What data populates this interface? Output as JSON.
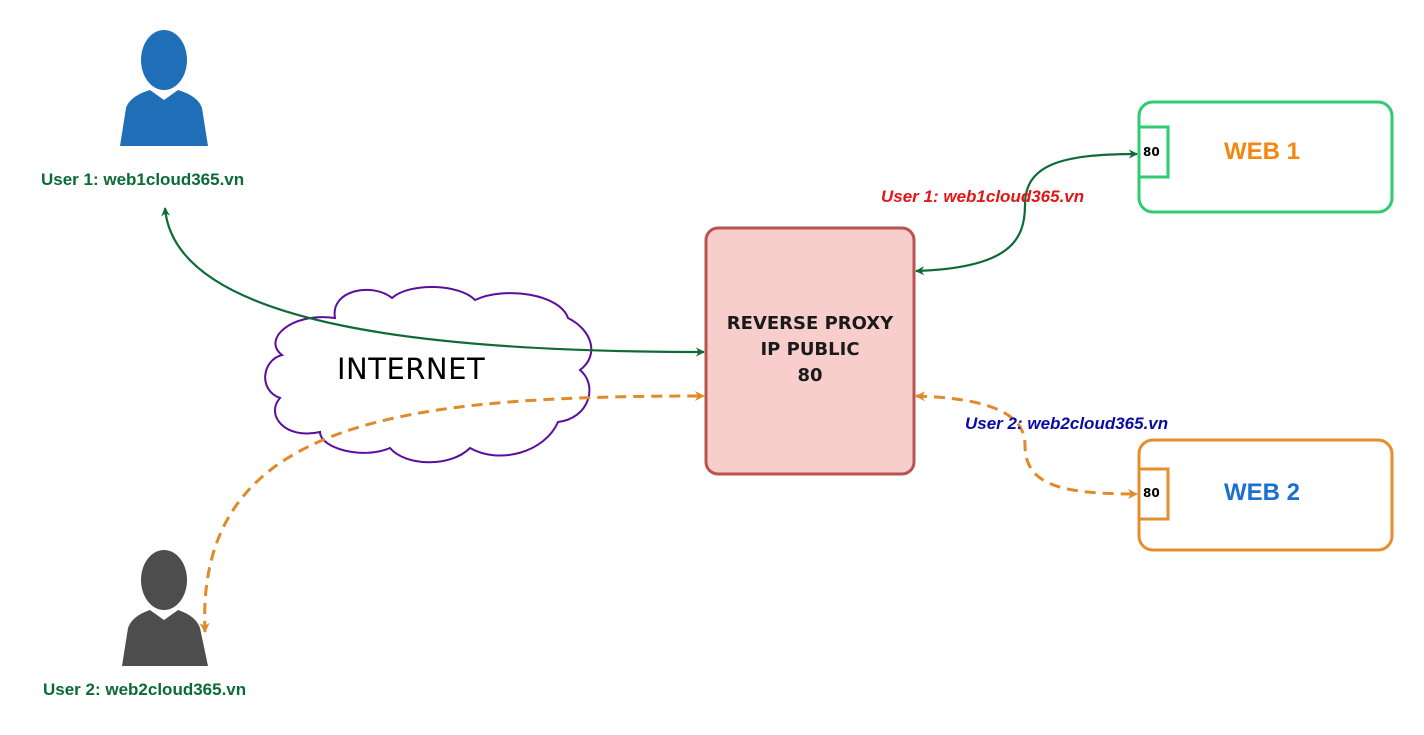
{
  "users": [
    {
      "label": "User 1: web1cloud365.vn",
      "color": "#1f6fb8"
    },
    {
      "label": "User 2: web2cloud365.vn",
      "color": "#4d4d4d"
    }
  ],
  "internet": {
    "label": "INTERNET",
    "stroke": "#5c0d9e"
  },
  "proxy": {
    "lines": [
      "REVERSE PROXY",
      "IP PUBLIC",
      "80"
    ],
    "fill": "#f8cecc",
    "stroke": "#b85450"
  },
  "servers": [
    {
      "title": "WEB 1",
      "port": "80",
      "border": "#2ecc71",
      "title_color": "#f5870f"
    },
    {
      "title": "WEB 2",
      "port": "80",
      "border": "#e58e2e",
      "title_color": "#1a6fd1"
    }
  ],
  "connections": [
    {
      "label": "User 1: web1cloud365.vn",
      "color": "#e51515"
    },
    {
      "label": "User 2: web2cloud365.vn",
      "color": "#0a0aa8"
    }
  ],
  "colors": {
    "route_user1": "#0e6b38",
    "route_user2": "#e08a2a"
  }
}
